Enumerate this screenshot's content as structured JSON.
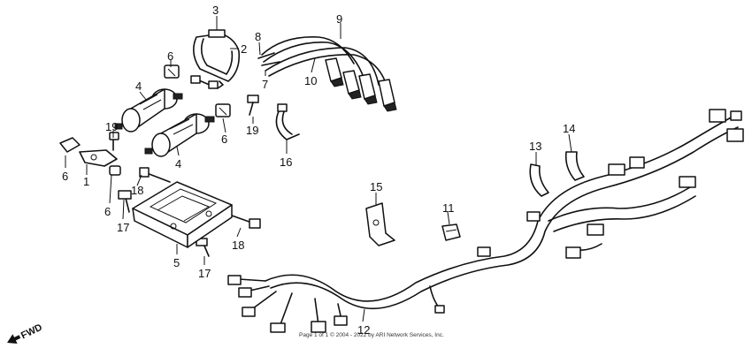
{
  "callouts": {
    "c1": "1",
    "c2": "2",
    "c3": "3",
    "c4a": "4",
    "c4b": "4",
    "c5": "5",
    "c6a": "6",
    "c6b": "6",
    "c6c": "6",
    "c6d": "6",
    "c7": "7",
    "c8": "8",
    "c9": "9",
    "c10": "10",
    "c11": "11",
    "c12": "12",
    "c13": "13",
    "c14": "14",
    "c15": "15",
    "c16": "16",
    "c17a": "17",
    "c17b": "17",
    "c18a": "18",
    "c18b": "18",
    "c19a": "19",
    "c19b": "19"
  },
  "direction_label": "FWD",
  "footer": "Page 1 of 1  © 2004 - 2022 by ARI Network Services, Inc."
}
